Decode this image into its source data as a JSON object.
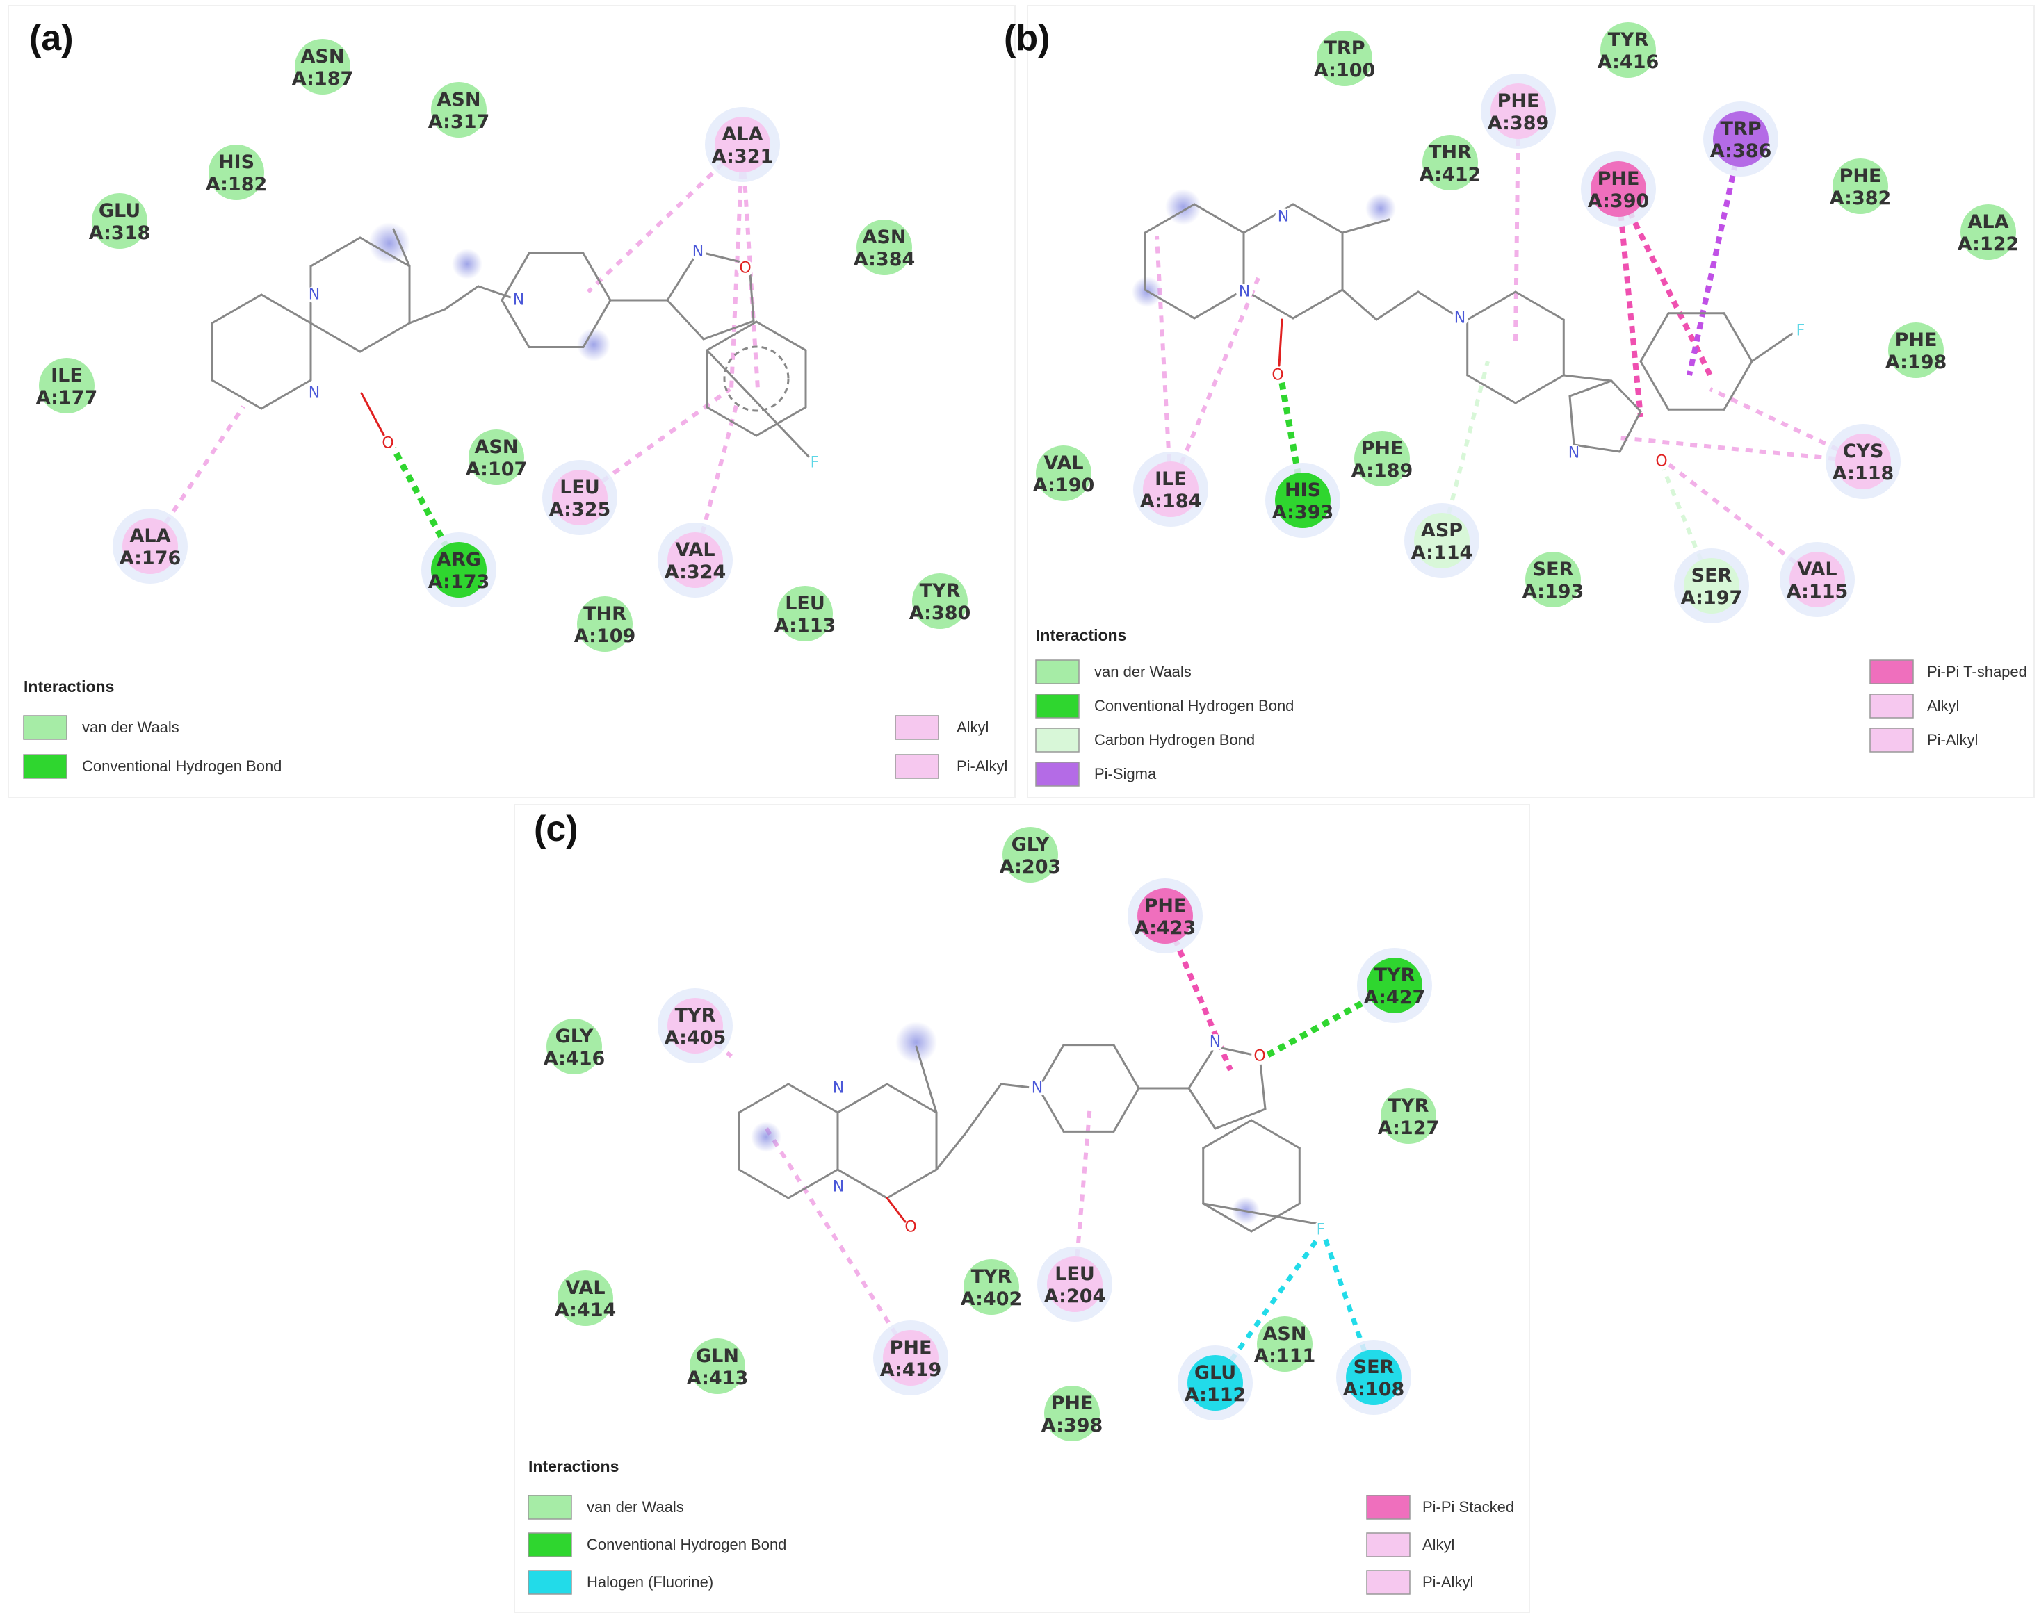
{
  "colors": {
    "vdw": "#a6eca6",
    "conv_hbond": "#2fd62f",
    "carbon_hbond": "#d8f7d8",
    "pi_sigma": "#b46be6",
    "pi_pi": "#ef6fbd",
    "alkyl": "#f6c8ef",
    "halogen": "#22dbe9",
    "halo": "#e4ebfa",
    "bond": "#888888"
  },
  "panels": [
    {
      "id": "a",
      "label": "(a)",
      "legend": {
        "title": "Interactions",
        "items_left": [
          {
            "type": "vdw",
            "label": "van der Waals"
          },
          {
            "type": "conv_hbond",
            "label": "Conventional Hydrogen Bond"
          }
        ],
        "items_right": [
          {
            "type": "alkyl",
            "label": "Alkyl"
          },
          {
            "type": "alkyl",
            "label": "Pi-Alkyl"
          }
        ]
      },
      "residues": [
        {
          "name": "ASN",
          "num": "A:187",
          "type": "vdw"
        },
        {
          "name": "ASN",
          "num": "A:317",
          "type": "vdw"
        },
        {
          "name": "HIS",
          "num": "A:182",
          "type": "vdw"
        },
        {
          "name": "GLU",
          "num": "A:318",
          "type": "vdw"
        },
        {
          "name": "ILE",
          "num": "A:177",
          "type": "vdw"
        },
        {
          "name": "ALA",
          "num": "A:176",
          "type": "alkyl"
        },
        {
          "name": "ARG",
          "num": "A:173",
          "type": "conv_hbond"
        },
        {
          "name": "ASN",
          "num": "A:107",
          "type": "vdw"
        },
        {
          "name": "THR",
          "num": "A:109",
          "type": "vdw"
        },
        {
          "name": "LEU",
          "num": "A:325",
          "type": "alkyl"
        },
        {
          "name": "VAL",
          "num": "A:324",
          "type": "alkyl"
        },
        {
          "name": "LEU",
          "num": "A:113",
          "type": "vdw"
        },
        {
          "name": "TYR",
          "num": "A:380",
          "type": "vdw"
        },
        {
          "name": "ALA",
          "num": "A:321",
          "type": "alkyl"
        },
        {
          "name": "ASN",
          "num": "A:384",
          "type": "vdw"
        }
      ]
    },
    {
      "id": "b",
      "label": "(b)",
      "legend": {
        "title": "Interactions",
        "items_left": [
          {
            "type": "vdw",
            "label": "van der Waals"
          },
          {
            "type": "conv_hbond",
            "label": "Conventional Hydrogen Bond"
          },
          {
            "type": "carbon_hbond",
            "label": "Carbon Hydrogen Bond"
          },
          {
            "type": "pi_sigma",
            "label": "Pi-Sigma"
          }
        ],
        "items_right": [
          {
            "type": "pi_pi",
            "label": "Pi-Pi T-shaped"
          },
          {
            "type": "alkyl",
            "label": "Alkyl"
          },
          {
            "type": "alkyl",
            "label": "Pi-Alkyl"
          }
        ]
      },
      "residues": [
        {
          "name": "TRP",
          "num": "A:100",
          "type": "vdw"
        },
        {
          "name": "TYR",
          "num": "A:416",
          "type": "vdw"
        },
        {
          "name": "PHE",
          "num": "A:389",
          "type": "alkyl"
        },
        {
          "name": "THR",
          "num": "A:412",
          "type": "vdw"
        },
        {
          "name": "TRP",
          "num": "A:386",
          "type": "pi_sigma"
        },
        {
          "name": "PHE",
          "num": "A:390",
          "type": "pi_pi"
        },
        {
          "name": "PHE",
          "num": "A:382",
          "type": "vdw"
        },
        {
          "name": "ALA",
          "num": "A:122",
          "type": "vdw"
        },
        {
          "name": "PHE",
          "num": "A:198",
          "type": "vdw"
        },
        {
          "name": "CYS",
          "num": "A:118",
          "type": "alkyl"
        },
        {
          "name": "VAL",
          "num": "A:115",
          "type": "alkyl"
        },
        {
          "name": "SER",
          "num": "A:197",
          "type": "carbon_hbond"
        },
        {
          "name": "SER",
          "num": "A:193",
          "type": "vdw"
        },
        {
          "name": "ASP",
          "num": "A:114",
          "type": "carbon_hbond"
        },
        {
          "name": "PHE",
          "num": "A:189",
          "type": "vdw"
        },
        {
          "name": "HIS",
          "num": "A:393",
          "type": "conv_hbond"
        },
        {
          "name": "ILE",
          "num": "A:184",
          "type": "alkyl"
        },
        {
          "name": "VAL",
          "num": "A:190",
          "type": "vdw"
        }
      ]
    },
    {
      "id": "c",
      "label": "(c)",
      "legend": {
        "title": "Interactions",
        "items_left": [
          {
            "type": "vdw",
            "label": "van der Waals"
          },
          {
            "type": "conv_hbond",
            "label": "Conventional Hydrogen Bond"
          },
          {
            "type": "halogen",
            "label": "Halogen (Fluorine)"
          }
        ],
        "items_right": [
          {
            "type": "pi_pi",
            "label": "Pi-Pi Stacked"
          },
          {
            "type": "alkyl",
            "label": "Alkyl"
          },
          {
            "type": "alkyl",
            "label": "Pi-Alkyl"
          }
        ]
      },
      "residues": [
        {
          "name": "GLY",
          "num": "A:203",
          "type": "vdw"
        },
        {
          "name": "PHE",
          "num": "A:423",
          "type": "pi_pi"
        },
        {
          "name": "TYR",
          "num": "A:427",
          "type": "conv_hbond"
        },
        {
          "name": "TYR",
          "num": "A:127",
          "type": "vdw"
        },
        {
          "name": "TYR",
          "num": "A:405",
          "type": "alkyl"
        },
        {
          "name": "GLY",
          "num": "A:416",
          "type": "vdw"
        },
        {
          "name": "VAL",
          "num": "A:414",
          "type": "vdw"
        },
        {
          "name": "GLN",
          "num": "A:413",
          "type": "vdw"
        },
        {
          "name": "PHE",
          "num": "A:419",
          "type": "alkyl"
        },
        {
          "name": "TYR",
          "num": "A:402",
          "type": "vdw"
        },
        {
          "name": "LEU",
          "num": "A:204",
          "type": "alkyl"
        },
        {
          "name": "PHE",
          "num": "A:398",
          "type": "vdw"
        },
        {
          "name": "GLU",
          "num": "A:112",
          "type": "halogen"
        },
        {
          "name": "ASN",
          "num": "A:111",
          "type": "vdw"
        },
        {
          "name": "SER",
          "num": "A:108",
          "type": "halogen"
        }
      ]
    }
  ]
}
